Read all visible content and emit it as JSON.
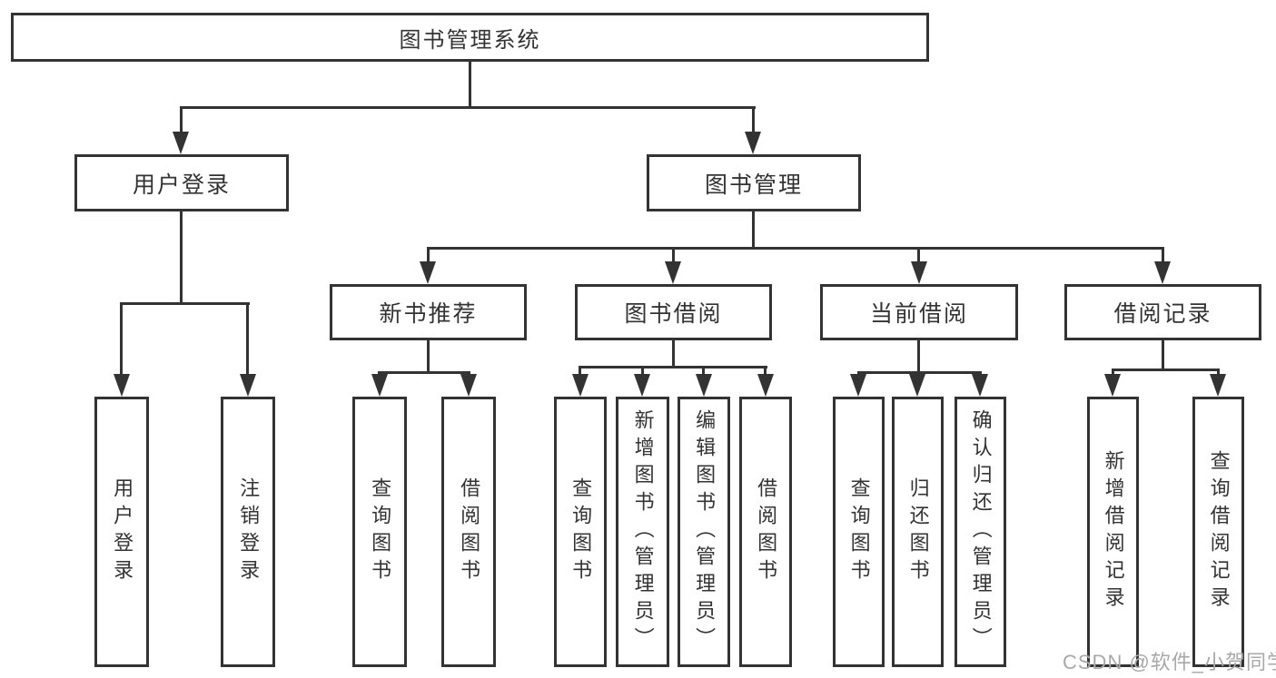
{
  "nodes": {
    "root": "图书管理系统",
    "user_login": "用户登录",
    "book_management": "图书管理",
    "new_book_recommendation": "新书推荐",
    "book_borrowing": "图书借阅",
    "current_borrowing": "当前借阅",
    "borrowing_records": "借阅记录",
    "leaf_user_login": "用户登录",
    "leaf_logout": "注销登录",
    "leaf_query_books_recommend": "查询图书",
    "leaf_borrow_books_recommend": "借阅图书",
    "leaf_query_books_borrowing": "查询图书",
    "leaf_add_books_admin": "新增图书（管理员）",
    "leaf_edit_books_admin": "编辑图书（管理员）",
    "leaf_borrow_books_borrowing": "借阅图书",
    "leaf_query_books_current": "查询图书",
    "leaf_return_books": "归还图书",
    "leaf_confirm_return_admin": "确认归还（管理员）",
    "leaf_add_borrowing_record": "新增借阅记录",
    "leaf_query_borrowing_record": "查询借阅记录"
  },
  "hierarchy": {
    "图书管理系统": [
      "用户登录",
      "图书管理"
    ],
    "用户登录": [
      "用户登录",
      "注销登录"
    ],
    "图书管理": [
      "新书推荐",
      "图书借阅",
      "当前借阅",
      "借阅记录"
    ],
    "新书推荐": [
      "查询图书",
      "借阅图书"
    ],
    "图书借阅": [
      "查询图书",
      "新增图书（管理员）",
      "编辑图书（管理员）",
      "借阅图书"
    ],
    "当前借阅": [
      "查询图书",
      "归还图书",
      "确认归还（管理员）"
    ],
    "借阅记录": [
      "新增借阅记录",
      "查询借阅记录"
    ]
  },
  "watermark": "CSDN @软件_小贺同学",
  "colors": {
    "line": "#333333",
    "text": "#333333",
    "watermark": "#a8a8a8",
    "background": "#ffffff"
  }
}
